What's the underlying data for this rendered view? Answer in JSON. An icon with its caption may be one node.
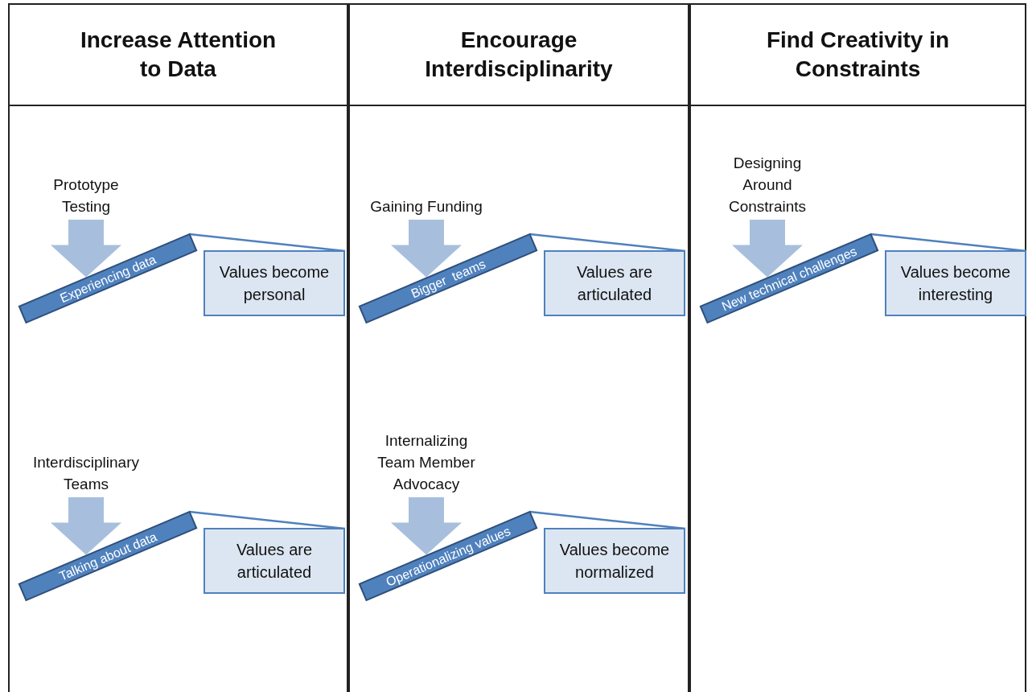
{
  "diagram": {
    "nodes": [
      {
        "text": [
          "Increase Attention to Data"
        ]
      },
      {
        "text": [
          "Prototype Testing"
        ],
        "in": 0
      },
      {
        "text": [
          "Experiencing data"
        ],
        "in": 0
      },
      {
        "text": [
          "Values become personal"
        ],
        "in": 0
      },
      {
        "text": [
          "Interdisciplinary Teams"
        ],
        "in": 0
      },
      {
        "text": [
          "Talking about data"
        ],
        "in": 0
      },
      {
        "text": [
          "Values are articulated"
        ],
        "in": 0
      },
      {
        "text": [
          "Encourage Interdisciplinarity"
        ]
      },
      {
        "text": [
          "Gaining Funding"
        ],
        "in": 7
      },
      {
        "text": [
          "Bigger  teams"
        ],
        "in": 7
      },
      {
        "text": [
          "Values are articulated"
        ],
        "in": 7
      },
      {
        "text": [
          "Internalizing Team Member Advocacy"
        ],
        "in": 7
      },
      {
        "text": [
          "Operationalizing values"
        ],
        "in": 7
      },
      {
        "text": [
          "Values become normalized"
        ],
        "in": 7
      },
      {
        "text": [
          "Find Creativity in Constraints"
        ]
      },
      {
        "text": [
          "Designing Around Constraints"
        ],
        "in": 14
      },
      {
        "text": [
          "New technical challenges"
        ],
        "in": 14
      },
      {
        "text": [
          "Values become interesting"
        ],
        "in": 14
      }
    ],
    "edges": [
      {
        "from": 1,
        "to": 2,
        "arrow": "to",
        "style": "thick"
      },
      {
        "from": 2,
        "to": 3,
        "arrow": "none"
      },
      {
        "from": 4,
        "to": 5,
        "arrow": "to",
        "style": "thick"
      },
      {
        "from": 5,
        "to": 6,
        "arrow": "none"
      },
      {
        "from": 8,
        "to": 9,
        "arrow": "to",
        "style": "thick"
      },
      {
        "from": 9,
        "to": 10,
        "arrow": "none"
      },
      {
        "from": 11,
        "to": 12,
        "arrow": "to",
        "style": "thick"
      },
      {
        "from": 12,
        "to": 13,
        "arrow": "none"
      },
      {
        "from": 15,
        "to": 16,
        "arrow": "to",
        "style": "thick"
      },
      {
        "from": 16,
        "to": 17,
        "arrow": "none"
      }
    ]
  }
}
